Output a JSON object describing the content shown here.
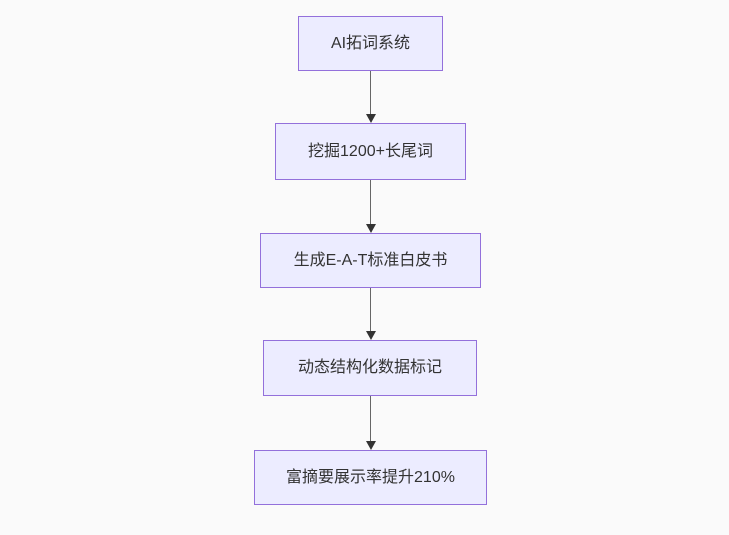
{
  "diagram": {
    "type": "flowchart-top-down",
    "nodes": [
      {
        "id": "A",
        "label": "AI拓词系统"
      },
      {
        "id": "B",
        "label": "挖掘1200+长尾词"
      },
      {
        "id": "C",
        "label": "生成E-A-T标准白皮书"
      },
      {
        "id": "D",
        "label": "动态结构化数据标记"
      },
      {
        "id": "E",
        "label": "富摘要展示率提升210%"
      }
    ],
    "edges": [
      {
        "from": "AI拓词系统",
        "to": "挖掘1200+长尾词"
      },
      {
        "from": "挖掘1200+长尾词",
        "to": "生成E-A-T标准白皮书"
      },
      {
        "from": "生成E-A-T标准白皮书",
        "to": "动态结构化数据标记"
      },
      {
        "from": "动态结构化数据标记",
        "to": "富摘要展示率提升210%"
      }
    ],
    "colors": {
      "background": "#FAFAFA",
      "node_fill": "#ECECFF",
      "node_border": "#9370DB",
      "edge_line": "#666666",
      "arrowhead": "#333333",
      "text": "#333333"
    }
  }
}
